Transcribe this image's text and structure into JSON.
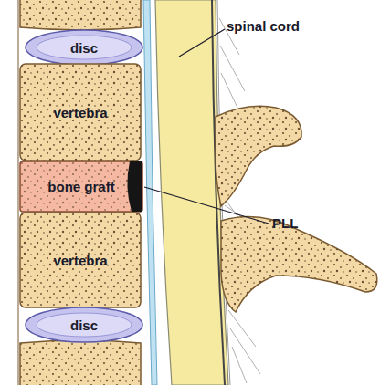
{
  "diagram": {
    "nodes": [
      {
        "text": [
          "disc"
        ]
      },
      {
        "text": [
          "vertebra"
        ]
      },
      {
        "text": [
          "bone graft"
        ]
      },
      {
        "text": [
          "vertebra"
        ]
      },
      {
        "text": [
          "disc"
        ]
      }
    ],
    "labels": [
      "spinal cord",
      "PLL"
    ]
  }
}
